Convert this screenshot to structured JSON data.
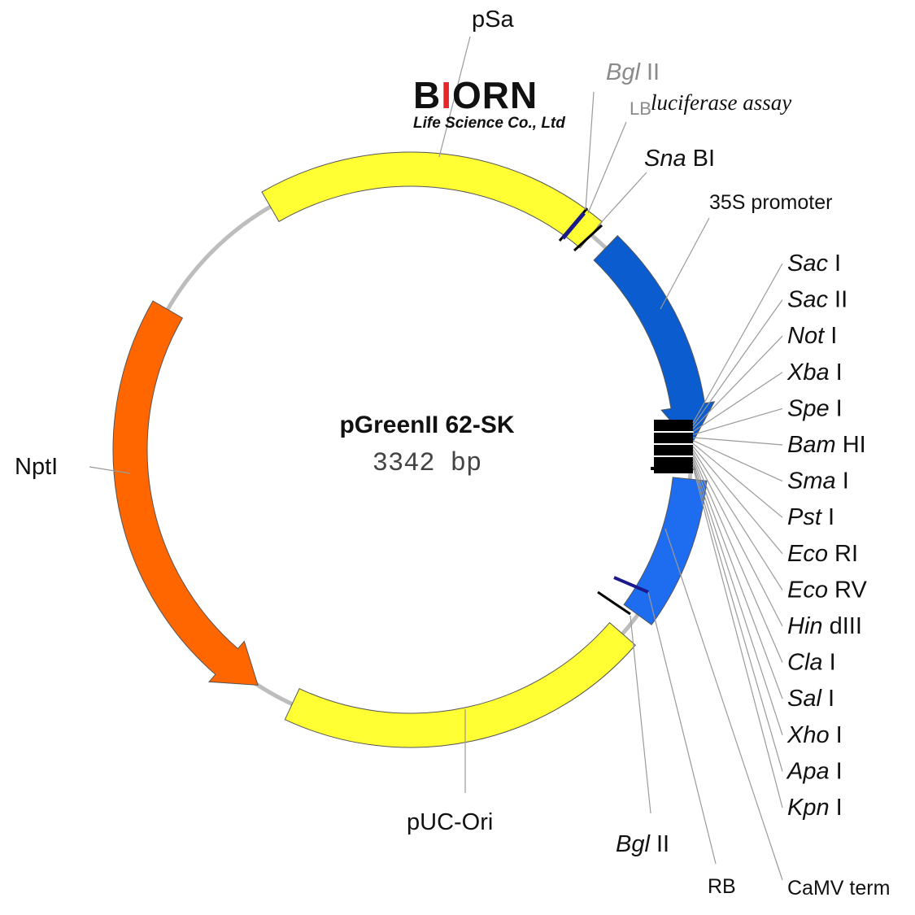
{
  "plasmid": {
    "name": "pGreenII 62-SK",
    "size": "3342 bp"
  },
  "branding": {
    "logo_letters": [
      "B",
      "I",
      "ORN"
    ],
    "company": "Life Science Co., Ltd",
    "subtitle": "luciferase assay"
  },
  "features": {
    "pSa": "pSa",
    "nptI": "NptI",
    "puc": "pUC-Ori",
    "promoter": "35S promoter",
    "rb": "RB",
    "lb": "LB",
    "term": "CaMV term"
  },
  "sites": {
    "bgl_top": {
      "italic": "Bgl",
      "roman": " II"
    },
    "sna": {
      "italic": "Sna",
      "roman": " BI"
    },
    "bgl_bottom": {
      "italic": "Bgl",
      "roman": " II"
    }
  },
  "mcs": [
    {
      "italic": "Sac",
      "roman": " I"
    },
    {
      "italic": "Sac",
      "roman": " II"
    },
    {
      "italic": "Not",
      "roman": " I"
    },
    {
      "italic": "Xba",
      "roman": " I"
    },
    {
      "italic": "Spe",
      "roman": " I"
    },
    {
      "italic": "Bam",
      "roman": " HI"
    },
    {
      "italic": "Sma",
      "roman": " I"
    },
    {
      "italic": "Pst",
      "roman": " I"
    },
    {
      "italic": "Eco",
      "roman": " RI"
    },
    {
      "italic": "Eco",
      "roman": " RV"
    },
    {
      "italic": "Hin",
      "roman": " dIII"
    },
    {
      "italic": "Cla",
      "roman": " I"
    },
    {
      "italic": "Sal",
      "roman": " I"
    },
    {
      "italic": "Xho",
      "roman": " I"
    },
    {
      "italic": "Apa",
      "roman": " I"
    },
    {
      "italic": "Kpn",
      "roman": " I"
    }
  ],
  "colors": {
    "backbone": "#bdbdbd",
    "pSa": "#ffff33",
    "puc": "#ffff33",
    "nptI": "#ff6600",
    "promoter": "#0a5ccf",
    "term": "#1e6cf0",
    "logo_accent": "#e8262a"
  }
}
